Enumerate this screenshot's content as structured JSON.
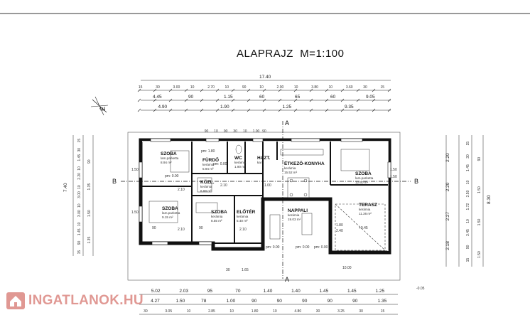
{
  "title": "ALAPRAJZ  M=1:100",
  "watermark": "INGATLANOK.HU",
  "north_label": "É",
  "section_labels": {
    "a_top": "A",
    "a_bottom": "A",
    "b_left": "B",
    "b_right": "B"
  },
  "dims": {
    "top_total": "17.40",
    "top_row1": [
      "15",
      "30",
      "3.00",
      "10",
      "2.70",
      "10",
      "90",
      "10",
      "2.00",
      "10",
      "3.80",
      "10",
      "3.60",
      "30",
      "15"
    ],
    "top_row2": [
      "4.45",
      "90",
      "1.15",
      "60",
      "65",
      "60",
      "9.05"
    ],
    "top_row3": [
      "4.90",
      "1.90",
      "1.25",
      "9.35"
    ],
    "inner_top": [
      "90",
      "10",
      "90",
      "30",
      "10",
      "1.00",
      "90"
    ],
    "bottom_row1": [
      "5.02",
      "2.03",
      "95",
      "70",
      "1.40",
      "1.40",
      "1.45",
      "1.45",
      "1.25"
    ],
    "bottom_row2": [
      "4.27",
      "1.50",
      "78",
      "1.00",
      "90",
      "90",
      "90",
      "90",
      "90",
      "1.35"
    ],
    "bottom_row3": [
      "30",
      "3.05",
      "10",
      "2.85",
      "10",
      "1.80",
      "10",
      "4.80",
      "30",
      "3.25",
      "30",
      "15"
    ],
    "left_outer": [
      "15",
      "30",
      "1.45",
      "10",
      "2.20",
      "10",
      "3.00",
      "10",
      "3.00",
      "10",
      "1.45",
      "90",
      "15"
    ],
    "left_total": "7.40",
    "left_inner": [
      "90",
      "1.35",
      "1.50",
      "1.35"
    ],
    "right_outer": [
      "15",
      "30",
      "1.45",
      "10",
      "3.50",
      "1.72",
      "10",
      "3.45",
      "90",
      "15"
    ],
    "right_mid": [
      "2.20",
      "2.20",
      "2.27",
      "2.18"
    ],
    "right_total": "8.30",
    "right_inner": [
      "90",
      "1.50",
      "1.50",
      "1.50"
    ],
    "misc": [
      "1.80",
      "2.40",
      "+0.45",
      "-0.05",
      "10.00",
      "1.65",
      "30"
    ]
  },
  "rooms": [
    {
      "name": "SZOBA",
      "floor": "lam.parketta",
      "area": "8.94 m²"
    },
    {
      "name": "FÜRDŐ",
      "floor": "kerámia",
      "area": "5.94 m²"
    },
    {
      "name": "WC",
      "floor": "kerámia",
      "area": "1.90 m²"
    },
    {
      "name": "HAZT.",
      "floor": "kar",
      "area": ""
    },
    {
      "name": "ÉTKEZŐ-KONYHA",
      "floor": "kerámia",
      "area": "15.52 m²"
    },
    {
      "name": "SZOBA",
      "floor": "lam.parketta",
      "area": "12.60 m²"
    },
    {
      "name": "KÖZL.",
      "floor": "kerámia",
      "area": "6.68 m²"
    },
    {
      "name": "SZOBA",
      "floor": "lam.parketta",
      "area": "9.15 m²"
    },
    {
      "name": "SZOBA",
      "floor": "kerámia",
      "area": "8.55 m²"
    },
    {
      "name": "ELŐTÉR",
      "floor": "kerámia",
      "area": "5.40 m²"
    },
    {
      "name": "NAPPALI",
      "floor": "kerámia",
      "area": "19.03 m²"
    },
    {
      "name": "TERASZ",
      "floor": "kerámia",
      "area": "11.36 m²"
    }
  ],
  "levels": [
    "pm: 1.80",
    "pm: 0.00",
    "pm: 0.00",
    "pm: 0.00",
    "pm: 0.00",
    "pm: 0.00"
  ],
  "small_dims": [
    "1.50",
    "1.50",
    "1.50",
    "1.50",
    "90",
    "90",
    "1.00",
    "2.10",
    "2.10",
    "2.10",
    "2.10"
  ]
}
